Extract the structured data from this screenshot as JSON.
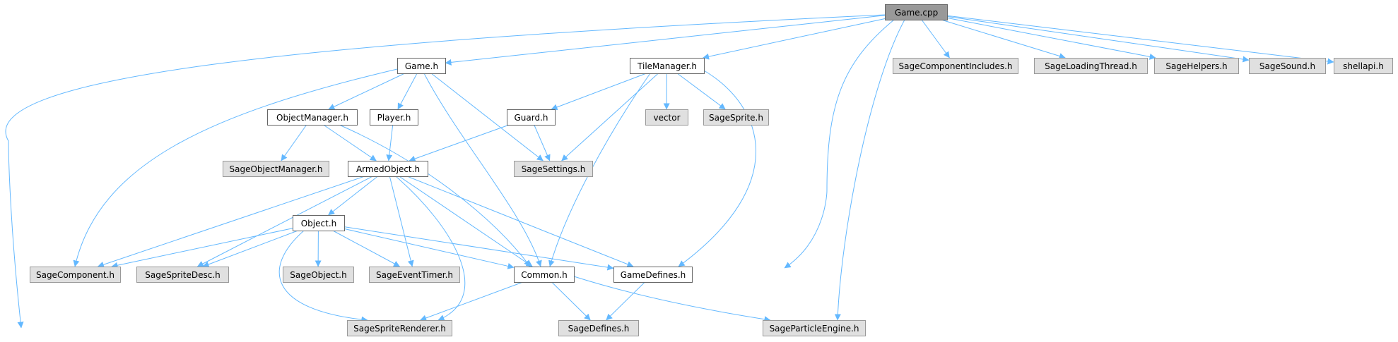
{
  "colors": {
    "edge": "#63b8ff",
    "root_fill": "#999999",
    "root_stroke": "#666666",
    "documented_fill": "#ffffff",
    "documented_stroke": "#666666",
    "external_fill": "#e0e0e0",
    "external_stroke": "#999999"
  },
  "nodes": [
    {
      "id": "game_cpp",
      "label": "Game.cpp",
      "kind": "root"
    },
    {
      "id": "game_h",
      "label": "Game.h",
      "kind": "documented"
    },
    {
      "id": "tilemanager_h",
      "label": "TileManager.h",
      "kind": "documented"
    },
    {
      "id": "sagecomponentincludes_h",
      "label": "SageComponentIncludes.h",
      "kind": "external"
    },
    {
      "id": "sageloadingthread_h",
      "label": "SageLoadingThread.h",
      "kind": "external"
    },
    {
      "id": "sagehelpers_h",
      "label": "SageHelpers.h",
      "kind": "external"
    },
    {
      "id": "sagesound_h",
      "label": "SageSound.h",
      "kind": "external"
    },
    {
      "id": "shellapi_h",
      "label": "shellapi.h",
      "kind": "external"
    },
    {
      "id": "objectmanager_h",
      "label": "ObjectManager.h",
      "kind": "documented"
    },
    {
      "id": "player_h",
      "label": "Player.h",
      "kind": "documented"
    },
    {
      "id": "guard_h",
      "label": "Guard.h",
      "kind": "documented"
    },
    {
      "id": "vector",
      "label": "vector",
      "kind": "external"
    },
    {
      "id": "sagesprite_h",
      "label": "SageSprite.h",
      "kind": "external"
    },
    {
      "id": "sageobjectmanager_h",
      "label": "SageObjectManager.h",
      "kind": "external"
    },
    {
      "id": "armedobject_h",
      "label": "ArmedObject.h",
      "kind": "documented"
    },
    {
      "id": "sagesettings_h",
      "label": "SageSettings.h",
      "kind": "external"
    },
    {
      "id": "object_h",
      "label": "Object.h",
      "kind": "documented"
    },
    {
      "id": "sagecomponent_h",
      "label": "SageComponent.h",
      "kind": "external"
    },
    {
      "id": "sagespritedesc_h",
      "label": "SageSpriteDesc.h",
      "kind": "external"
    },
    {
      "id": "sageobject_h",
      "label": "SageObject.h",
      "kind": "external"
    },
    {
      "id": "sageeventtimer_h",
      "label": "SageEventTimer.h",
      "kind": "external"
    },
    {
      "id": "common_h",
      "label": "Common.h",
      "kind": "documented"
    },
    {
      "id": "gamedefines_h",
      "label": "GameDefines.h",
      "kind": "documented"
    },
    {
      "id": "sagespriterenderer_h",
      "label": "SageSpriteRenderer.h",
      "kind": "external"
    },
    {
      "id": "sagedefines_h",
      "label": "SageDefines.h",
      "kind": "external"
    },
    {
      "id": "sageparticleengine_h",
      "label": "SageParticleEngine.h",
      "kind": "external"
    }
  ],
  "edges": [
    [
      "game_cpp",
      "game_h"
    ],
    [
      "game_cpp",
      "tilemanager_h"
    ],
    [
      "game_cpp",
      "sagecomponentincludes_h"
    ],
    [
      "game_cpp",
      "sageloadingthread_h"
    ],
    [
      "game_cpp",
      "sagehelpers_h"
    ],
    [
      "game_cpp",
      "sagesound_h"
    ],
    [
      "game_cpp",
      "shellapi_h"
    ],
    [
      "game_cpp",
      "gamedefines_h"
    ],
    [
      "game_cpp",
      "sageparticleengine_h"
    ],
    [
      "game_cpp",
      "sagespriterenderer_h"
    ],
    [
      "game_h",
      "objectmanager_h"
    ],
    [
      "game_h",
      "player_h"
    ],
    [
      "game_h",
      "sagesettings_h"
    ],
    [
      "game_h",
      "common_h"
    ],
    [
      "game_h",
      "sagecomponent_h"
    ],
    [
      "tilemanager_h",
      "guard_h"
    ],
    [
      "tilemanager_h",
      "vector"
    ],
    [
      "tilemanager_h",
      "sagesprite_h"
    ],
    [
      "tilemanager_h",
      "sagesettings_h"
    ],
    [
      "tilemanager_h",
      "common_h"
    ],
    [
      "tilemanager_h",
      "gamedefines_h"
    ],
    [
      "objectmanager_h",
      "sageobjectmanager_h"
    ],
    [
      "objectmanager_h",
      "armedobject_h"
    ],
    [
      "objectmanager_h",
      "common_h"
    ],
    [
      "player_h",
      "armedobject_h"
    ],
    [
      "guard_h",
      "armedobject_h"
    ],
    [
      "guard_h",
      "sagesettings_h"
    ],
    [
      "armedobject_h",
      "object_h"
    ],
    [
      "armedobject_h",
      "sagecomponent_h"
    ],
    [
      "armedobject_h",
      "sagespritedesc_h"
    ],
    [
      "armedobject_h",
      "sageeventtimer_h"
    ],
    [
      "armedobject_h",
      "common_h"
    ],
    [
      "armedobject_h",
      "gamedefines_h"
    ],
    [
      "armedobject_h",
      "sagespriterenderer_h"
    ],
    [
      "object_h",
      "sagecomponent_h"
    ],
    [
      "object_h",
      "sagespritedesc_h"
    ],
    [
      "object_h",
      "sageobject_h"
    ],
    [
      "object_h",
      "sageeventtimer_h"
    ],
    [
      "object_h",
      "common_h"
    ],
    [
      "object_h",
      "gamedefines_h"
    ],
    [
      "object_h",
      "sagespriterenderer_h"
    ],
    [
      "common_h",
      "sagespriterenderer_h"
    ],
    [
      "common_h",
      "sagedefines_h"
    ],
    [
      "common_h",
      "sageparticleengine_h"
    ],
    [
      "gamedefines_h",
      "sagedefines_h"
    ]
  ]
}
